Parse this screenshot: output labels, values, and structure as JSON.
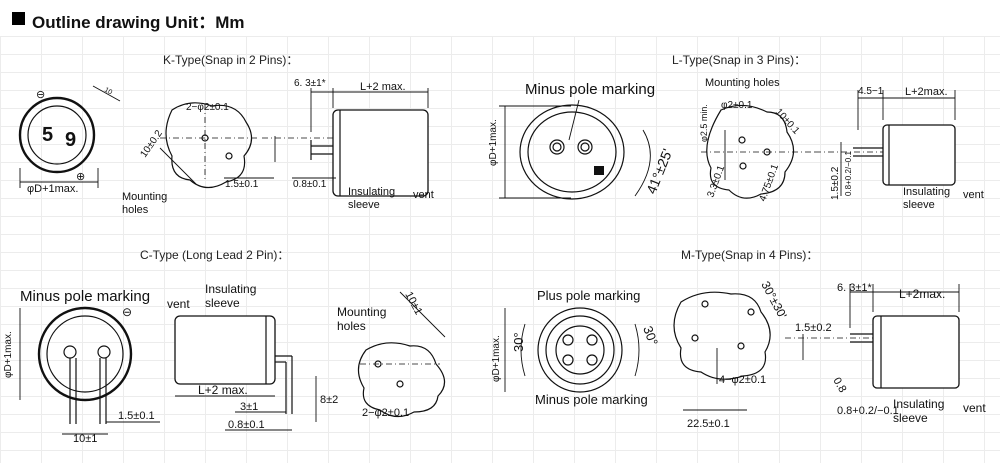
{
  "header": {
    "title": "Outline drawing Unit：Mm"
  },
  "panels": {
    "k": {
      "title": "K-Type(Snap in 2 Pins)：",
      "minus_sym": "⊖",
      "plus_sym": "⊕",
      "pin_a": "5",
      "pin_b": "9",
      "top_dim": "10",
      "holes": "2−φ2±0.1",
      "tol": "10±0.2",
      "mounting_1": "Mounting",
      "mounting_2": "holes",
      "len": "6. 3±1*",
      "lmax": "L+2 max.",
      "d1": "1.5±0.1",
      "d2": "0.8±0.1",
      "ins_1": "Insulating",
      "ins_2": "sleeve",
      "vent": "vent",
      "dia": "φD+1max."
    },
    "l": {
      "title": "L-Type(Snap in 3 Pins)：",
      "minus": "Minus pole marking",
      "dia": "φD+1max.",
      "angle": "41°±25'",
      "mounting": "Mounting holes",
      "hole": "φ2±0.1",
      "min": "φ2.5 min.",
      "d10": "10±0.1",
      "d33": "3.3±0.1",
      "d475": "4.75±0.1",
      "d15": "1.5±0.2",
      "d08": "0.8+0.2/−0.1",
      "len": "4.5−1",
      "lmax": "L+2max.",
      "ins_1": "Insulating",
      "ins_2": "sleeve",
      "vent": "vent"
    },
    "c": {
      "title": "C-Type (Long Lead 2 Pin)：",
      "minus": "Minus pole marking",
      "minus_sym": "⊖",
      "dia": "φD+1max.",
      "vent": "vent",
      "ins_1": "Insulating",
      "ins_2": "sleeve",
      "lmax": "L+2 max.",
      "d15": "1.5±0.1",
      "d10": "10±1",
      "d3": "3±1",
      "d08": "0.8±0.1",
      "d8": "8±2",
      "mounting_1": "Mounting",
      "mounting_2": "holes",
      "tol": "10±1",
      "holes": "2−φ2±0.1"
    },
    "m": {
      "title": "M-Type(Snap in  4 Pins)：",
      "plus": "Plus pole marking",
      "minus": "Minus pole marking",
      "dia": "φD+1max.",
      "a30l": "30°",
      "a30r": "30°",
      "ang": "30°±30'",
      "holes": "4−φ2±0.1",
      "d225": "22.5±0.1",
      "len": "6. 3±1*",
      "lmax": "L+2max.",
      "d15": "1.5±0.2",
      "d08": "0.8",
      "d08b": "0.8+0.2/−0.1",
      "ins_1": "Insulating",
      "ins_2": "sleeve",
      "vent": "vent"
    }
  }
}
